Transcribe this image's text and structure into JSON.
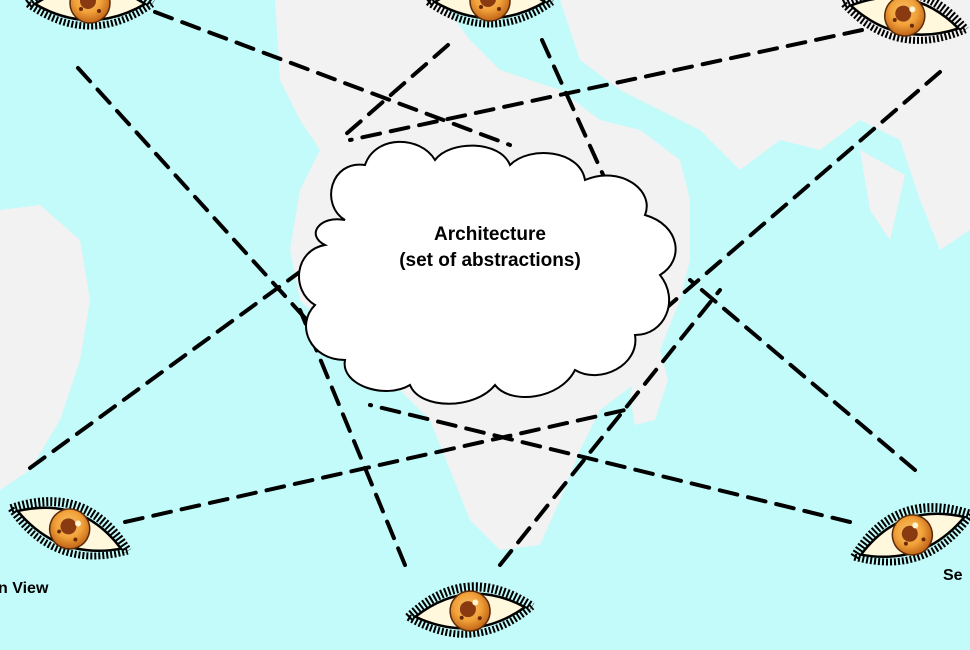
{
  "colors": {
    "sea": "#c2fbf9",
    "land": "#f2f2f2",
    "cloud_fill": "#ffffff",
    "line": "#000000",
    "iris": "#f2a23a",
    "pupil": "#8a3a10",
    "eye_white": "#fff8dc"
  },
  "cloud": {
    "title": "Architecture",
    "subtitle": "(set of abstractions)"
  },
  "views": {
    "left_label": "n View",
    "right_label": "Se"
  },
  "icons": [
    "eye-icon",
    "cloud-shape"
  ]
}
